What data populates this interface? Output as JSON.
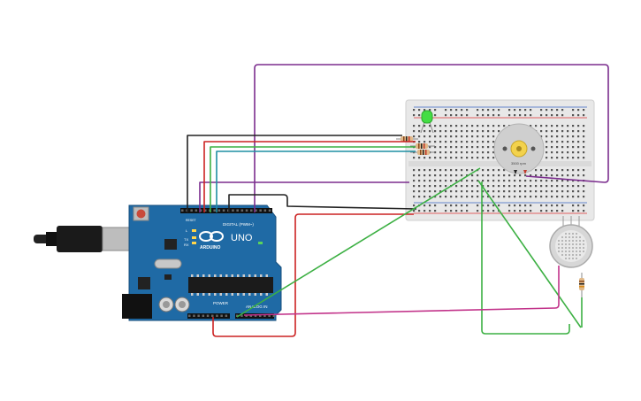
{
  "arduino": {
    "brand": "ARDUINO",
    "model": "UNO",
    "digital_label": "DIGITAL (PWM~)",
    "analog_label": "ANALOG IN",
    "power_label": "POWER",
    "tx_label": "TX",
    "rx_label": "RX",
    "led_l_label": "L",
    "reset_label": "RESET"
  },
  "motor": {
    "label": "3500 rpm"
  },
  "wires": {
    "purple": "#7b2d8e",
    "black": "#222222",
    "red": "#cc2222",
    "green": "#3cb043",
    "teal": "#1f8fa3",
    "magenta": "#c2338a"
  },
  "colors": {
    "board_blue": "#1f6aa5",
    "breadboard": "#e9e9e9",
    "led_green": "#44dd44",
    "motor_body": "#cccccc",
    "motor_hub": "#f3d24c"
  }
}
